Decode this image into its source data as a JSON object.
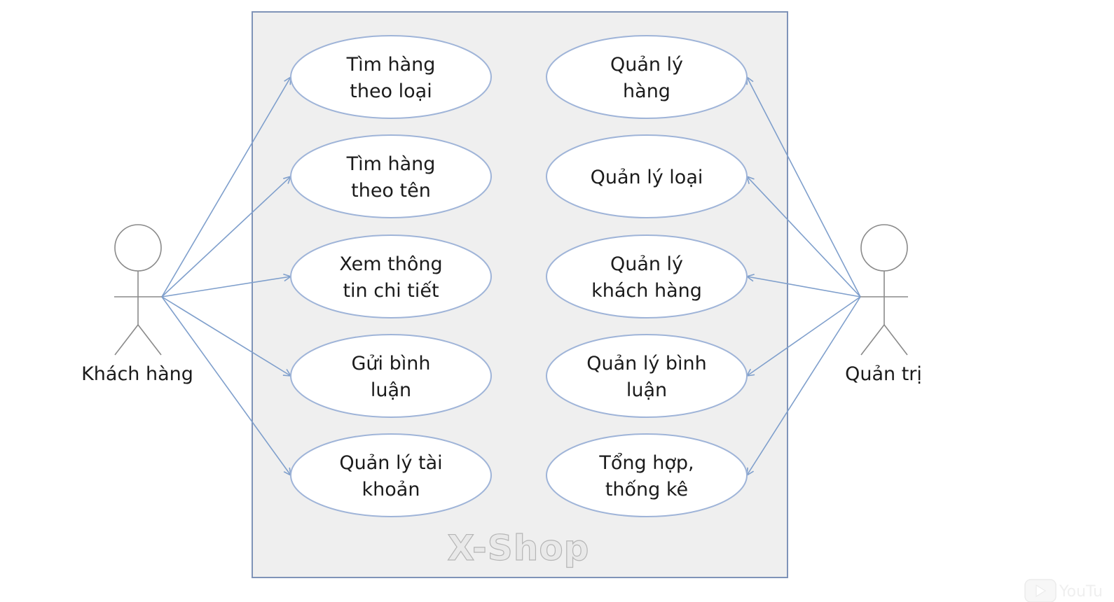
{
  "system": {
    "name": "X-Shop",
    "colors": {
      "boundary_fill": "#efefef",
      "boundary_stroke": "#7f93b8",
      "ellipse_stroke": "#9fb4d8",
      "line": "#7f9fcc"
    }
  },
  "actors": {
    "customer": {
      "name": "Khách hàng"
    },
    "admin": {
      "name": "Quản trị"
    }
  },
  "use_cases": {
    "find_by_category": [
      "Tìm hàng",
      "theo loại"
    ],
    "find_by_name": [
      "Tìm hàng",
      "theo tên"
    ],
    "view_details": [
      "Xem thông",
      "tin chi tiết"
    ],
    "post_comment": [
      "Gửi bình",
      "luận"
    ],
    "manage_account": [
      "Quản lý tài",
      "khoản"
    ],
    "manage_products": [
      "Quản lý",
      "hàng"
    ],
    "manage_categories": [
      "Quản lý loại"
    ],
    "manage_customers": [
      "Quản lý",
      "khách hàng"
    ],
    "manage_comments": [
      "Quản lý bình",
      "luận"
    ],
    "reports": [
      "Tổng hợp,",
      "thống kê"
    ]
  },
  "associations": {
    "customer": [
      "find_by_category",
      "find_by_name",
      "view_details",
      "post_comment",
      "manage_account"
    ],
    "admin": [
      "manage_products",
      "manage_categories",
      "manage_customers",
      "manage_comments",
      "reports"
    ]
  },
  "watermark": {
    "icon": "youtube-play-icon"
  }
}
